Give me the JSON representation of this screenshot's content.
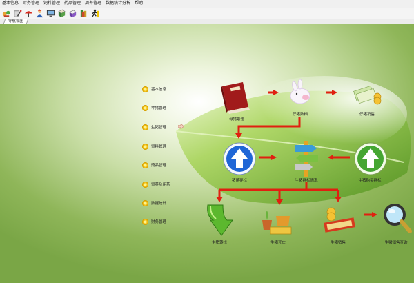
{
  "menu": [
    "基本信息",
    "财务管理",
    "饲料管理",
    "药品管理",
    "周养管理",
    "数据统计分析",
    "帮助"
  ],
  "toolbar_icons": [
    "handshake-icon",
    "tool-icon",
    "umbrella-icon",
    "user-icon",
    "monitor-icon",
    "book-icon",
    "book2-icon",
    "stack-icon",
    "exit-icon"
  ],
  "tab": "导航视图",
  "sidebar": [
    "基本信息",
    "种猪管理",
    "生猪管理",
    "饲料管理",
    "药品管理",
    "饲养及用药",
    "数据统计",
    "财务管理"
  ],
  "nodes": {
    "book": "母猪繁殖",
    "piggy": "仔猪数档",
    "money_stack": "仔猪销售",
    "up_blue": "猪苗存栏",
    "signpost": "生猪存栏情况",
    "up_green": "生猪购买存栏",
    "down_green": "生猪转栏",
    "plant": "生猪死亡",
    "cash": "生猪销售",
    "magnifier": "生猪销售查询"
  },
  "colors": {
    "arrow": "#e02010",
    "leaf": "#7fb33a",
    "toolbar": "#f4f4f4"
  }
}
